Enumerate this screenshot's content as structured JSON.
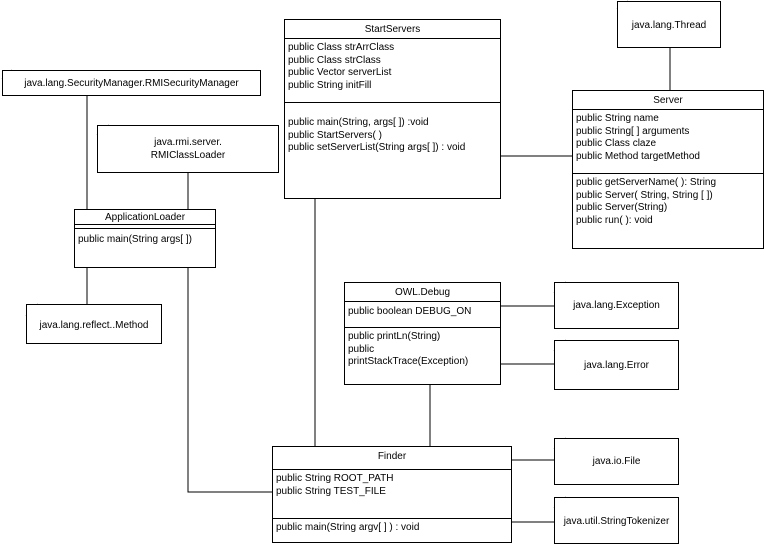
{
  "classes": {
    "start_servers": {
      "name": "StartServers",
      "attributes": [
        "public Class strArrClass",
        "public Class strClass",
        "public Vector serverList",
        "public String initFill"
      ],
      "methods": [
        "public main(String, args[ ]) :void",
        "public StartServers( )",
        "public setServerList(String args[ ]) : void"
      ]
    },
    "server": {
      "name": "Server",
      "attributes": [
        "public String name",
        "public String[ ] arguments",
        "public Class claze",
        "public Method targetMethod"
      ],
      "methods": [
        "public getServerName( ): String",
        "public Server( String, String [ ])",
        "public Server(String)",
        "public run( ): void"
      ]
    },
    "application_loader": {
      "name": "ApplicationLoader",
      "methods": [
        "public main(String args[ ])"
      ]
    },
    "owl_debug": {
      "name": "OWL.Debug",
      "attributes": [
        "public boolean DEBUG_ON"
      ],
      "methods": [
        "public printLn(String)",
        "public",
        "printStackTrace(Exception)"
      ]
    },
    "finder": {
      "name": "Finder",
      "attributes": [
        "public String ROOT_PATH",
        "public String TEST_FILE"
      ],
      "methods": [
        "public main(String argv[ ] )  :  void"
      ]
    }
  },
  "notes": {
    "thread": [
      "java.lang.Thread"
    ],
    "security_manager": [
      "java.lang.SecurityManager.RMISecurityManager"
    ],
    "rmi_classloader": [
      "java.rmi.server.",
      "RMIClassLoader"
    ],
    "reflect_method": [
      "java.lang.reflect..Method"
    ],
    "exception": [
      "java.lang.Exception"
    ],
    "error": [
      "java.lang.Error"
    ],
    "io_file": [
      "java.io.File"
    ],
    "string_tokenizer": [
      "java.util.StringTokenizer"
    ]
  }
}
